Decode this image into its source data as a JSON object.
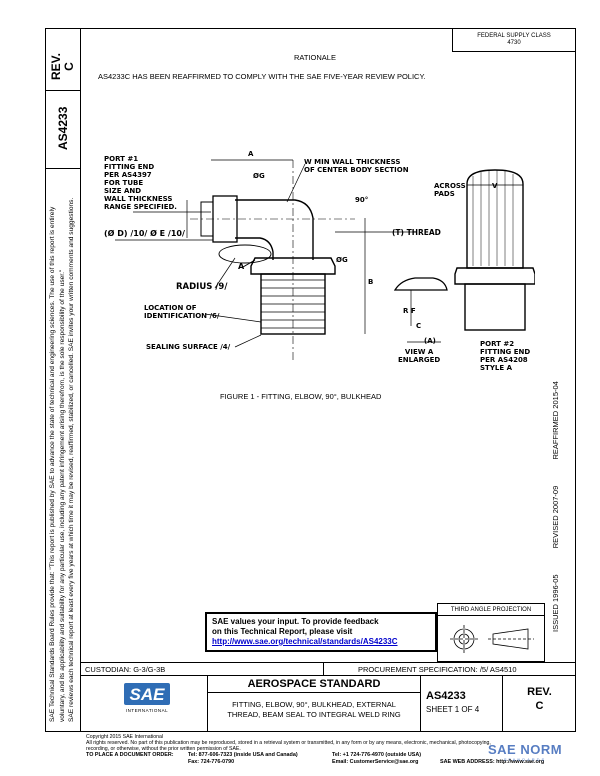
{
  "header": {
    "federal_supply_class": "FEDERAL SUPPLY CLASS",
    "federal_supply_number": "4730",
    "rev_label": "REV.",
    "rev_value": "C",
    "doc_number": "AS4233"
  },
  "rationale": {
    "title": "RATIONALE",
    "text": "AS4233C HAS BEEN REAFFIRMED TO COMPLY WITH THE SAE FIVE-YEAR REVIEW POLICY."
  },
  "side_notice": {
    "line1": "SAE Technical Standards Board Rules provide that: \"This report is published by SAE to advance the state of technical and engineering sciences. The use of this report is entirely",
    "line2": "voluntary, and its applicability and suitability for any particular use, including any patent infringement arising therefrom, is the sole responsibility of the user.\"",
    "line3": "SAE reviews each technical report at least every five years at which time it may be revised, reaffirmed, stabilized, or cancelled. SAE invites your written comments and suggestions."
  },
  "dates": {
    "issued": "ISSUED 1996-05",
    "revised": "REVISED 2007-09",
    "reaffirmed": "REAFFIRMED 2015-04"
  },
  "drawing": {
    "port1": [
      "PORT #1",
      "FITTING END",
      "PER AS4397",
      "FOR TUBE",
      "SIZE AND",
      "WALL THICKNESS",
      "RANGE SPECIFIED."
    ],
    "dia_d": "(Ø D) /10/  Ø E /10/",
    "dim_a": "A",
    "dim_a2": "A",
    "dim_g1": "ØG",
    "dim_g2": "ØG",
    "angle": "90°",
    "wall": [
      "W MIN WALL THICKNESS",
      "OF CENTER BODY SECTION"
    ],
    "thread": "(T) THREAD",
    "radius": "RADIUS /9/",
    "location": [
      "LOCATION OF",
      "IDENTIFICATION /6/"
    ],
    "sealing": "SEALING SURFACE /4/",
    "dim_b": "B",
    "across": [
      "ACROSS",
      "PADS"
    ],
    "dim_v": "V",
    "rf": "R F",
    "dim_c": "C",
    "dim_aa": "(A)",
    "view": [
      "VIEW A",
      "ENLARGED"
    ],
    "port2": [
      "PORT #2",
      "FITTING END",
      "PER AS4208",
      "STYLE A"
    ]
  },
  "figure_caption": "FIGURE 1 - FITTING, ELBOW, 90°, BULKHEAD",
  "feedback": {
    "line1": "SAE values your input. To provide feedback",
    "line2": "on this Technical Report, please visit",
    "url": "http://www.sae.org/technical/standards/AS4233C"
  },
  "projection": {
    "label": "THIRD ANGLE PROJECTION"
  },
  "title_block": {
    "custodian": "CUSTODIAN: G-3/G-3B",
    "procurement": "PROCUREMENT SPECIFICATION: /5/ AS4510",
    "standard": "AEROSPACE STANDARD",
    "title_line1": "FITTING, ELBOW, 90°, BULKHEAD, EXTERNAL",
    "title_line2": "THREAD, BEAM SEAL TO INTEGRAL WELD RING",
    "doc_number": "AS4233",
    "sheet": "SHEET 1 OF 4",
    "rev_label": "REV.",
    "rev_value": "C",
    "logo_text": "SAE",
    "logo_sub": "INTERNATIONAL"
  },
  "footer": {
    "copyright": "Copyright 2015 SAE International",
    "rights1": "All rights reserved. No part of this publication may be reproduced, stored in a retrieval system or transmitted, in any form or by any means, electronic, mechanical, photocopying,",
    "rights2": "recording, or otherwise, without the prior written permission of SAE.",
    "order_label": "TO PLACE A DOCUMENT ORDER:",
    "tel1": "Tel: 877-606-7323 (inside USA and Canada)",
    "tel2": "Tel: +1 724-776-4970 (outside USA)",
    "fax": "Fax: 724-776-0790",
    "email": "Email: CustomerService@sae.org",
    "web": "SAE WEB ADDRESS: http://www.sae.org",
    "watermark": "SAE NORM",
    "watermark_sub": "STANDARDS"
  }
}
